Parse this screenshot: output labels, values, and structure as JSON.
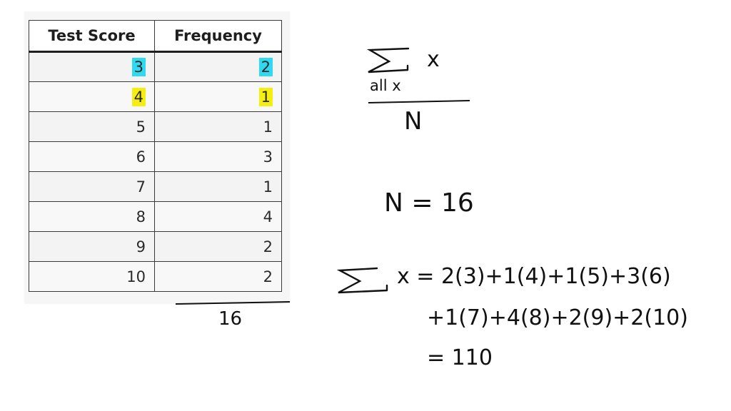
{
  "table": {
    "headers": [
      "Test Score",
      "Frequency"
    ],
    "rows": [
      {
        "score": "3",
        "freq": "2",
        "highlight": "cyan"
      },
      {
        "score": "4",
        "freq": "1",
        "highlight": "yellow"
      },
      {
        "score": "5",
        "freq": "1"
      },
      {
        "score": "6",
        "freq": "3"
      },
      {
        "score": "7",
        "freq": "1"
      },
      {
        "score": "8",
        "freq": "4"
      },
      {
        "score": "9",
        "freq": "2"
      },
      {
        "score": "10",
        "freq": "2"
      }
    ],
    "total": "16"
  },
  "notes": {
    "sum_var": "x",
    "sum_subscript": "all x",
    "denominator": "N",
    "n_value": "N = 16",
    "sum_line1": "x = 2(3)+1(4)+1(5)+3(6)",
    "sum_line2": "+1(7)+4(8)+2(9)+2(10)",
    "sum_line3": "= 110"
  },
  "colors": {
    "highlight_cyan": "#2fd9f0",
    "highlight_yellow": "#f6ee10",
    "ink": "#111111"
  }
}
